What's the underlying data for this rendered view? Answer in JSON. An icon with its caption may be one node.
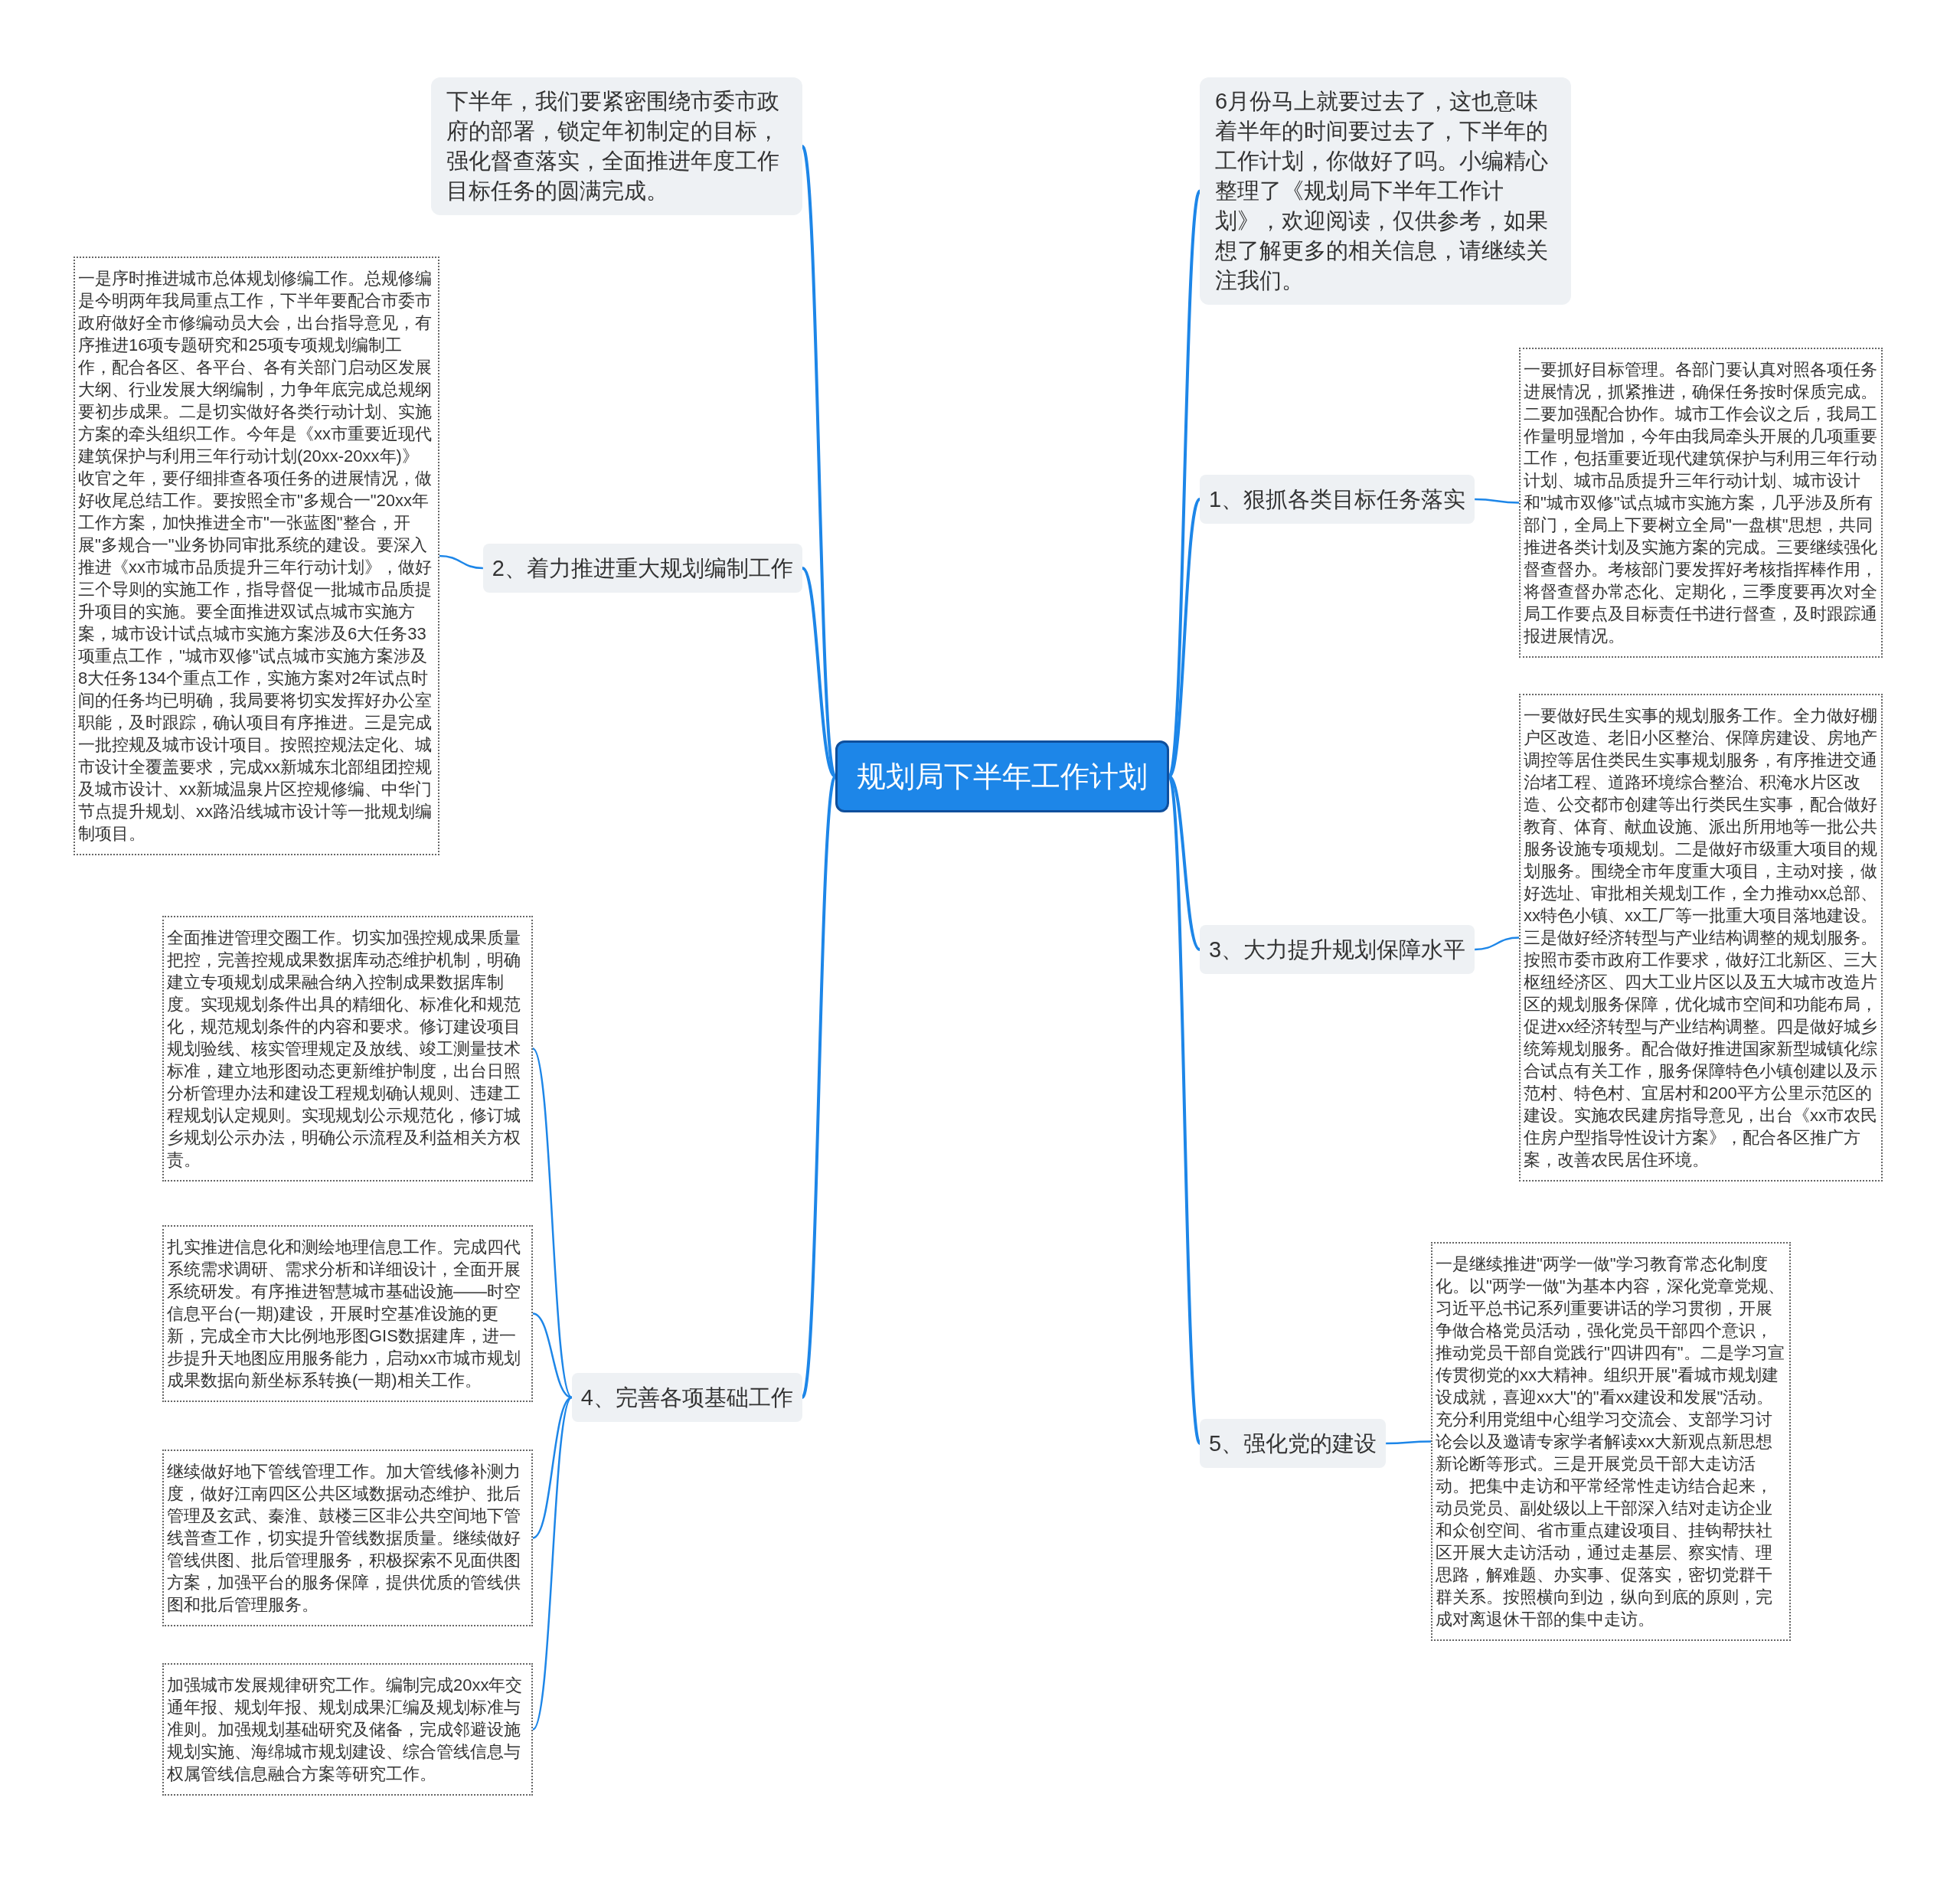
{
  "diagram": {
    "nodes": [
      {
        "text": [
          "规划局下半年工作计划"
        ]
      },
      {
        "text": [
          "下半年，我们要紧密围绕市委市政府的部署，锁定年初制定的目标，强化督查落实，全面推进年度工作目标任务的圆满完成。"
        ]
      },
      {
        "text": [
          "6月份马上就要过去了，这也意味着半年的时间要过去了，下半年的工作计划，你做好了吗。小编精心整理了《规划局下半年工作计划》，欢迎阅读，仅供参考，如果想了解更多的相关信息，请继续关注我们。"
        ]
      },
      {
        "text": [
          "1、狠抓各类目标任务落实"
        ]
      },
      {
        "text": [
          "一要抓好目标管理。各部门要认真对照各项任务进展情况，抓紧推进，确保任务按时保质完成。二要加强配合协作。城市工作会议之后，我局工作量明显增加，今年由我局牵头开展的几项重要工作，包括重要近现代建筑保护与利用三年行动计划、城市品质提升三年行动计划、城市设计和\"城市双修\"试点城市实施方案，几乎涉及所有部门，全局上下要树立全局\"一盘棋\"思想，共同推进各类计划及实施方案的完成。三要继续强化督查督办。考核部门要发挥好考核指挥棒作用，将督查督办常态化、定期化，三季度要再次对全局工作要点及目标责任书进行督查，及时跟踪通报进展情况。"
        ]
      },
      {
        "text": [
          "2、着力推进重大规划编制工作"
        ]
      },
      {
        "text": [
          "一是序时推进城市总体规划修编工作。总规修编是今明两年我局重点工作，下半年要配合市委市政府做好全市修编动员大会，出台指导意见，有序推进16项专题研究和25项专项规划编制工作，配合各区、各平台、各有关部门启动区发展大纲、行业发展大纲编制，力争年底完成总规纲要初步成果。二是切实做好各类行动计划、实施方案的牵头组织工作。今年是《xx市重要近现代建筑保护与利用三年行动计划(20xx-20xx年)》收官之年，要仔细排查各项任务的进展情况，做好收尾总结工作。要按照全市\"多规合一\"20xx年工作方案，加快推进全市\"一张蓝图\"整合，开展\"多规合一\"业务协同审批系统的建设。要深入推进《xx市城市品质提升三年行动计划》，做好三个导则的实施工作，指导督促一批城市品质提升项目的实施。要全面推进双试点城市实施方案，城市设计试点城市实施方案涉及6大任务33项重点工作，\"城市双修\"试点城市实施方案涉及8大任务134个重点工作，实施方案对2年试点时间的任务均已明确，我局要将切实发挥好办公室职能，及时跟踪，确认项目有序推进。三是完成一批控规及城市设计项目。按照控规法定化、城市设计全覆盖要求，完成xx新城东北部组团控规及城市设计、xx新城温泉片区控规修编、中华门节点提升规划、xx路沿线城市设计等一批规划编制项目。"
        ]
      },
      {
        "text": [
          "3、大力提升规划保障水平"
        ]
      },
      {
        "text": [
          "一要做好民生实事的规划服务工作。全力做好棚户区改造、老旧小区整治、保障房建设、房地产调控等居住类民生实事规划服务，有序推进交通治堵工程、道路环境综合整治、积淹水片区改造、公交都市创建等出行类民生实事，配合做好教育、体育、献血设施、派出所用地等一批公共服务设施专项规划。二是做好市级重大项目的规划服务。围绕全市年度重大项目，主动对接，做好选址、审批相关规划工作，全力推动xx总部、xx特色小镇、xx工厂等一批重大项目落地建设。三是做好经济转型与产业结构调整的规划服务。按照市委市政府工作要求，做好江北新区、三大枢纽经济区、四大工业片区以及五大城市改造片区的规划服务保障，优化城市空间和功能布局，促进xx经济转型与产业结构调整。四是做好城乡统筹规划服务。配合做好推进国家新型城镇化综合试点有关工作，服务保障特色小镇创建以及示范村、特色村、宜居村和200平方公里示范区的建设。实施农民建房指导意见，出台《xx市农民住房户型指导性设计方案》，配合各区推广方案，改善农民居住环境。"
        ]
      },
      {
        "text": [
          "4、完善各项基础工作"
        ]
      },
      {
        "text": [
          "全面推进管理交圈工作。切实加强控规成果质量把控，完善控规成果数据库动态维护机制，明确建立专项规划成果融合纳入控制成果数据库制度。实现规划条件出具的精细化、标准化和规范化，规范规划条件的内容和要求。修订建设项目规划验线、核实管理规定及放线、竣工测量技术标准，建立地形图动态更新维护制度，出台日照分析管理办法和建设工程规划确认规则、违建工程规划认定规则。实现规划公示规范化，修订城乡规划公示办法，明确公示流程及利益相关方权责。"
        ]
      },
      {
        "text": [
          "扎实推进信息化和测绘地理信息工作。完成四代系统需求调研、需求分析和详细设计，全面开展系统研发。有序推进智慧城市基础设施——时空信息平台(一期)建设，开展时空基准设施的更新，完成全市大比例地形图GIS数据建库，进一步提升天地图应用服务能力，启动xx市城市规划成果数据向新坐标系转换(一期)相关工作。"
        ]
      },
      {
        "text": [
          "继续做好地下管线管理工作。加大管线修补测力度，做好江南四区公共区域数据动态维护、批后管理及玄武、秦淮、鼓楼三区非公共空间地下管线普查工作，切实提升管线数据质量。继续做好管线供图、批后管理服务，积极探索不见面供图方案，加强平台的服务保障，提供优质的管线供图和批后管理服务。"
        ]
      },
      {
        "text": [
          "加强城市发展规律研究工作。编制完成20xx年交通年报、规划年报、规划成果汇编及规划标准与准则。加强规划基础研究及储备，完成邻避设施规划实施、海绵城市规划建设、综合管线信息与权属管线信息融合方案等研究工作。"
        ]
      },
      {
        "text": [
          "5、强化党的建设"
        ]
      },
      {
        "text": [
          "一是继续推进\"两学一做\"学习教育常态化制度化。以\"两学一做\"为基本内容，深化党章党规、习近平总书记系列重要讲话的学习贯彻，开展争做合格党员活动，强化党员干部四个意识，推动党员干部自觉践行\"四讲四有\"。二是学习宣传贯彻党的xx大精神。组织开展\"看城市规划建设成就，喜迎xx大\"的\"看xx建设和发展\"活动。充分利用党组中心组学习交流会、支部学习讨论会以及邀请专家学者解读xx大新观点新思想新论断等形式。三是开展党员干部大走访活动。把集中走访和平常经常性走访结合起来，动员党员、副处级以上干部深入结对走访企业和众创空间、省市重点建设项目、挂钩帮扶社区开展大走访活动，通过走基层、察实情、理思路，解难题、办实事、促落实，密切党群干群关系。按照横向到边，纵向到底的原则，完成对离退休干部的集中走访。"
        ]
      }
    ],
    "edges": [
      {
        "from": 0,
        "to": 1,
        "arrow": "none"
      },
      {
        "from": 0,
        "to": 2,
        "arrow": "none"
      },
      {
        "from": 0,
        "to": 3,
        "arrow": "none"
      },
      {
        "from": 3,
        "to": 4,
        "arrow": "none"
      },
      {
        "from": 0,
        "to": 5,
        "arrow": "none"
      },
      {
        "from": 5,
        "to": 6,
        "arrow": "none"
      },
      {
        "from": 0,
        "to": 7,
        "arrow": "none"
      },
      {
        "from": 7,
        "to": 8,
        "arrow": "none"
      },
      {
        "from": 0,
        "to": 9,
        "arrow": "none"
      },
      {
        "from": 9,
        "to": 10,
        "arrow": "none"
      },
      {
        "from": 9,
        "to": 11,
        "arrow": "none"
      },
      {
        "from": 9,
        "to": 12,
        "arrow": "none"
      },
      {
        "from": 9,
        "to": 13,
        "arrow": "none"
      },
      {
        "from": 0,
        "to": 14,
        "arrow": "none"
      },
      {
        "from": 14,
        "to": 15,
        "arrow": "none"
      }
    ]
  }
}
